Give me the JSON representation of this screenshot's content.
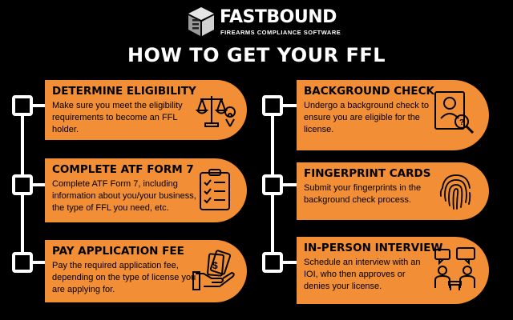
{
  "logo": {
    "brand": "FASTBOUND",
    "tagline": "FIREARMS COMPLIANCE SOFTWARE"
  },
  "title": "HOW TO GET YOUR FFL",
  "steps": [
    {
      "heading": "DETERMINE ELIGIBILITY",
      "text": "Make sure you meet the eligibility requirements to become an FFL holder.",
      "icon": "scales-location-icon"
    },
    {
      "heading": "COMPLETE ATF FORM 7",
      "text": "Complete ATF Form 7, including information about you/your business, the type of FFL you need, etc.",
      "icon": "checklist-clipboard-icon"
    },
    {
      "heading": "PAY APPLICATION FEE",
      "text": "Pay the required application fee, depending on the type of license you are applying for.",
      "icon": "hand-money-icon"
    },
    {
      "heading": "BACKGROUND CHECK",
      "text": "Undergo a background check to ensure you are eligible for the license.",
      "icon": "profile-magnifier-icon"
    },
    {
      "heading": "FINGERPRINT CARDS",
      "text": "Submit your fingerprints in the background check process.",
      "icon": "fingerprint-icon"
    },
    {
      "heading": "IN-PERSON INTERVIEW",
      "text": "Schedule an interview with an IOI, who then approves or denies your license.",
      "icon": "interview-chat-icon"
    }
  ],
  "colors": {
    "background": "#000000",
    "card": "#f28e35",
    "text_light": "#ffffff"
  }
}
